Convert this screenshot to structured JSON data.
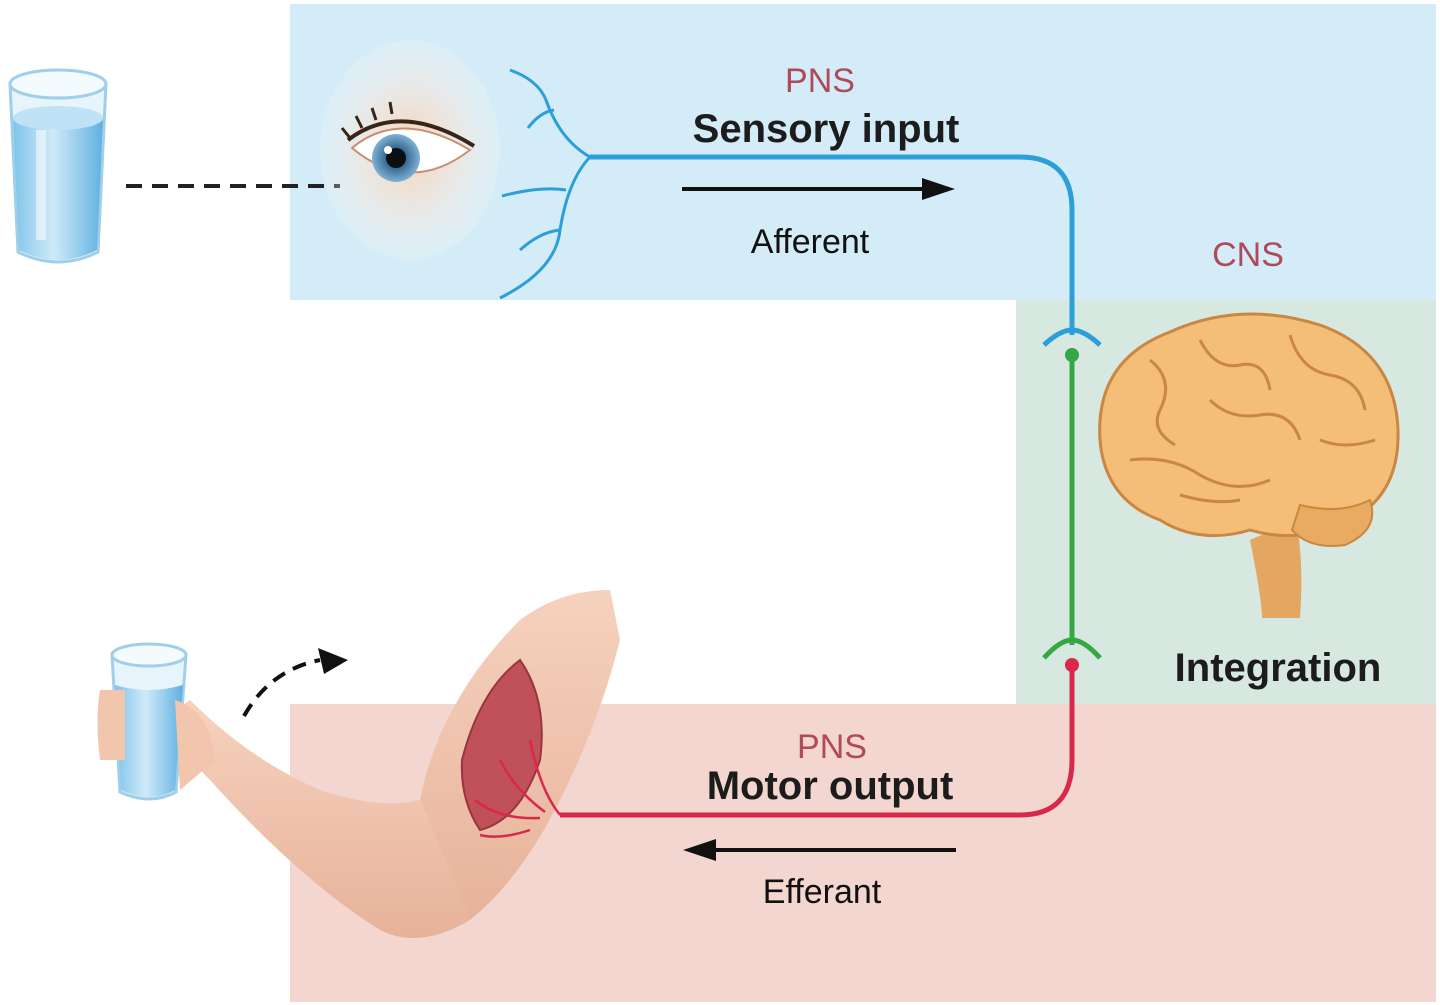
{
  "sensory": {
    "region": "PNS",
    "title": "Sensory input",
    "direction": "Afferent"
  },
  "cns": {
    "region": "CNS",
    "title": "Integration"
  },
  "motor": {
    "region": "PNS",
    "title": "Motor output",
    "direction": "Efferant"
  },
  "colors": {
    "sensory_panel": "#d4ecf7",
    "cns_panel": "#d6e8e0",
    "motor_panel": "#f3d6cf",
    "sensory_nerve": "#2a9fd8",
    "interneuron": "#35a845",
    "motor_nerve": "#d8294a",
    "region_label": "#b04a5a"
  },
  "icons": [
    "water-glass-icon",
    "eye-icon",
    "brain-icon",
    "arm-holding-glass-icon"
  ]
}
